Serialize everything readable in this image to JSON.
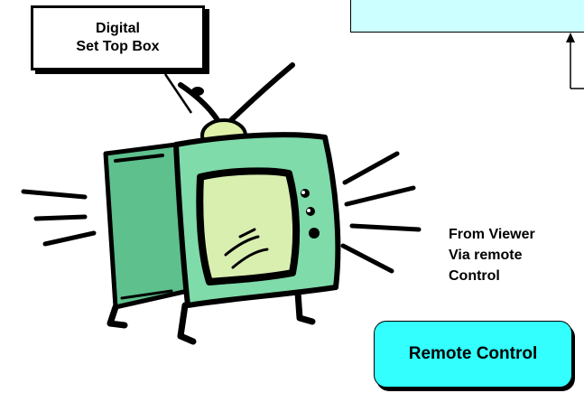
{
  "stb_label": {
    "line1": "Digital",
    "line2": "Set Top Box"
  },
  "viewer_note": {
    "line1": "From Viewer",
    "line2": "Via remote",
    "line3": "Control"
  },
  "remote_control": {
    "label": "Remote Control"
  },
  "colors": {
    "tv_body": "#7fdba9",
    "tv_side": "#5ec08c",
    "screen": "#d9efb0",
    "top_box": "#ccffff",
    "remote_button": "#33ffff"
  }
}
